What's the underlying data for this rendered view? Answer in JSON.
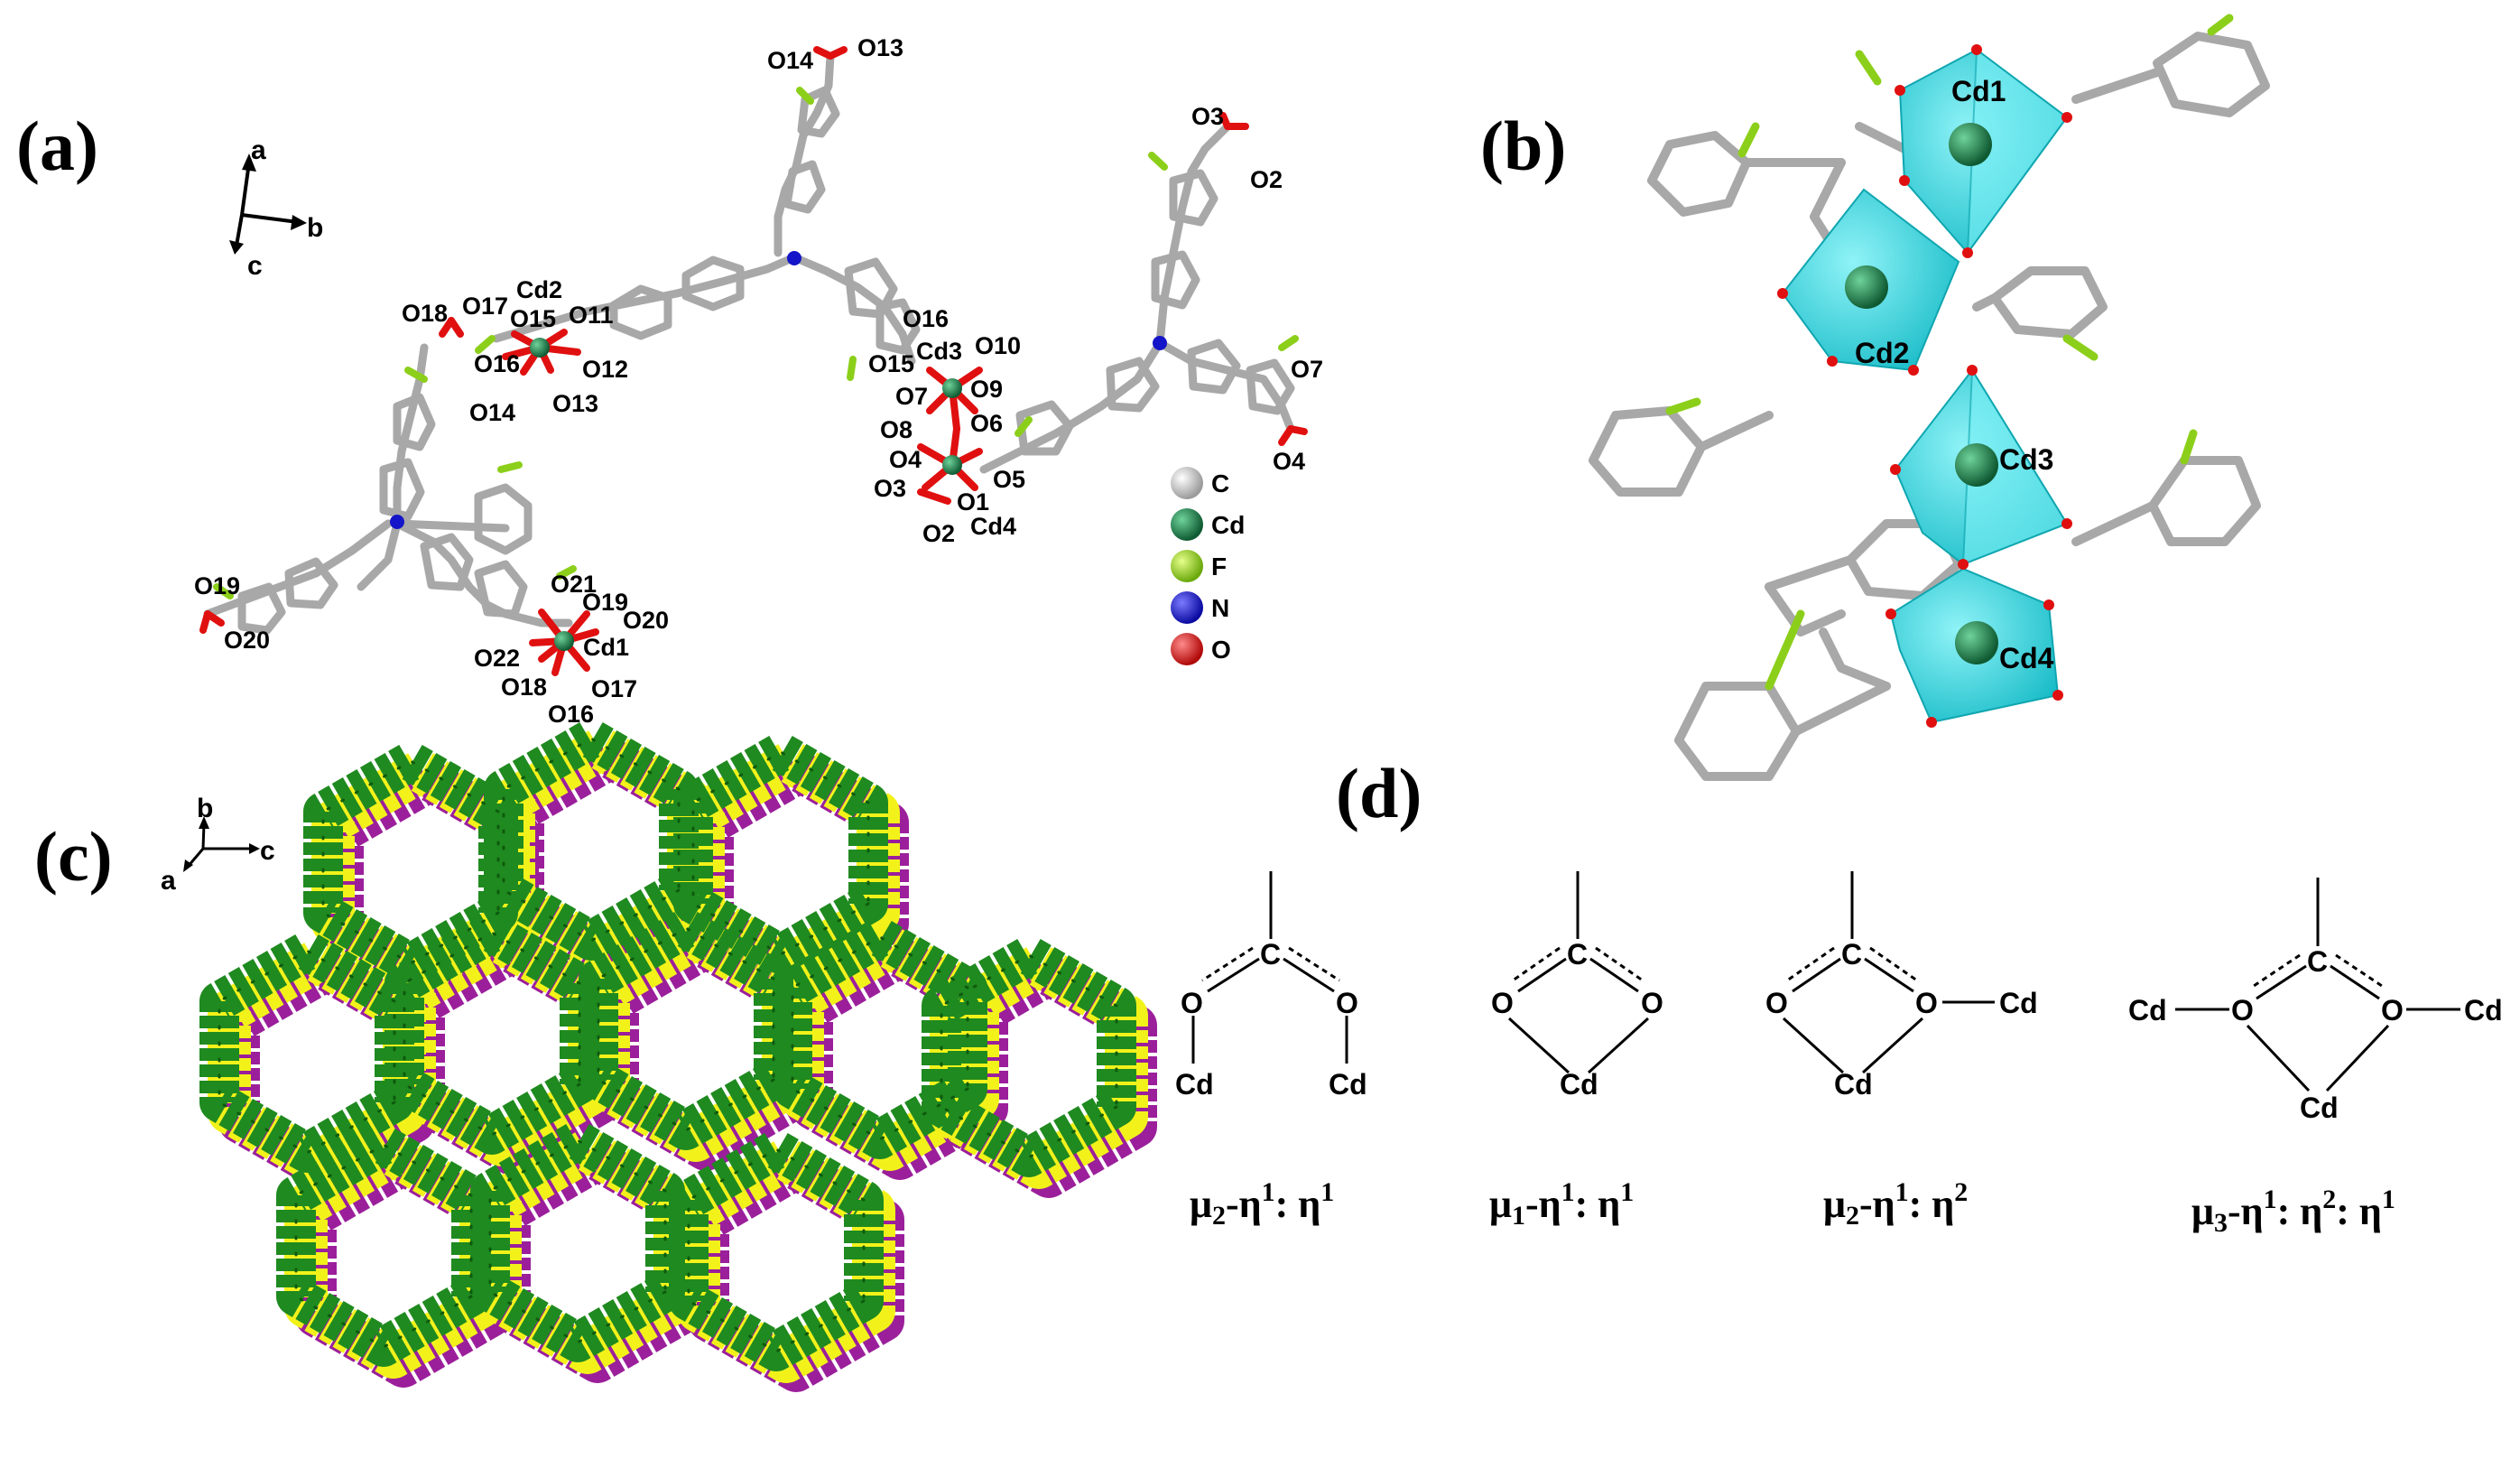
{
  "panels": {
    "a": {
      "label": "(a)",
      "axes": [
        "a",
        "b",
        "c"
      ],
      "atom_labels": [
        "O14",
        "O13",
        "O3",
        "O2",
        "O18",
        "O17",
        "Cd2",
        "O11",
        "O15",
        "O16",
        "O12",
        "O14",
        "O13",
        "O16",
        "O10",
        "Cd3",
        "O15",
        "O7",
        "O9",
        "O8",
        "O6",
        "O4",
        "O3",
        "O1",
        "O5",
        "O2",
        "Cd4",
        "O7",
        "O4",
        "O19",
        "O20",
        "O21",
        "O19",
        "O20",
        "O22",
        "Cd1",
        "O18",
        "O17",
        "O16"
      ],
      "legend": [
        {
          "symbol": "C",
          "color": "#b0b0b0"
        },
        {
          "symbol": "Cd",
          "color": "#1f7a4a"
        },
        {
          "symbol": "F",
          "color": "#8ccf1a"
        },
        {
          "symbol": "N",
          "color": "#1414c8"
        },
        {
          "symbol": "O",
          "color": "#e01010"
        }
      ]
    },
    "b": {
      "label": "(b)",
      "metal_labels": [
        "Cd1",
        "Cd2",
        "Cd3",
        "Cd4"
      ],
      "polyhedron_color": "#2ad4df"
    },
    "c": {
      "label": "(c)",
      "axes": [
        "b",
        "c",
        "a"
      ],
      "colors": {
        "front": "#1f8a1f",
        "middle": "#f2f21a",
        "back": "#9b1f9b"
      }
    },
    "d": {
      "label": "(d)",
      "modes": [
        {
          "mu": "μ",
          "mu_sub": "2",
          "eta1": "-η",
          "eta1_sup": "1",
          "sep": ": η",
          "eta2_sup": "1",
          "sep2": "",
          "eta3_sup": "",
          "atoms": {
            "C": "C",
            "O_left": "O",
            "O_right": "O",
            "Cd_left": "Cd",
            "Cd_right": "Cd"
          }
        },
        {
          "mu": "μ",
          "mu_sub": "1",
          "eta1": "-η",
          "eta1_sup": "1",
          "sep": ": η",
          "eta2_sup": "1",
          "sep2": "",
          "eta3_sup": "",
          "atoms": {
            "C": "C",
            "O_left": "O",
            "O_right": "O",
            "Cd_bottom": "Cd"
          }
        },
        {
          "mu": "μ",
          "mu_sub": "2",
          "eta1": "-η",
          "eta1_sup": "1",
          "sep": ": η",
          "eta2_sup": "2",
          "sep2": "",
          "eta3_sup": "",
          "atoms": {
            "C": "C",
            "O_left": "O",
            "O_right": "O",
            "Cd_right": "Cd",
            "Cd_bottom": "Cd"
          }
        },
        {
          "mu": "μ",
          "mu_sub": "3",
          "eta1": "-η",
          "eta1_sup": "1",
          "sep": ": η",
          "eta2_sup": "2",
          "sep2": ": η",
          "eta3_sup": "1",
          "atoms": {
            "C": "C",
            "O_left": "O",
            "O_right": "O",
            "Cd_left": "Cd",
            "Cd_right": "Cd",
            "Cd_bottom": "Cd"
          }
        }
      ]
    }
  }
}
